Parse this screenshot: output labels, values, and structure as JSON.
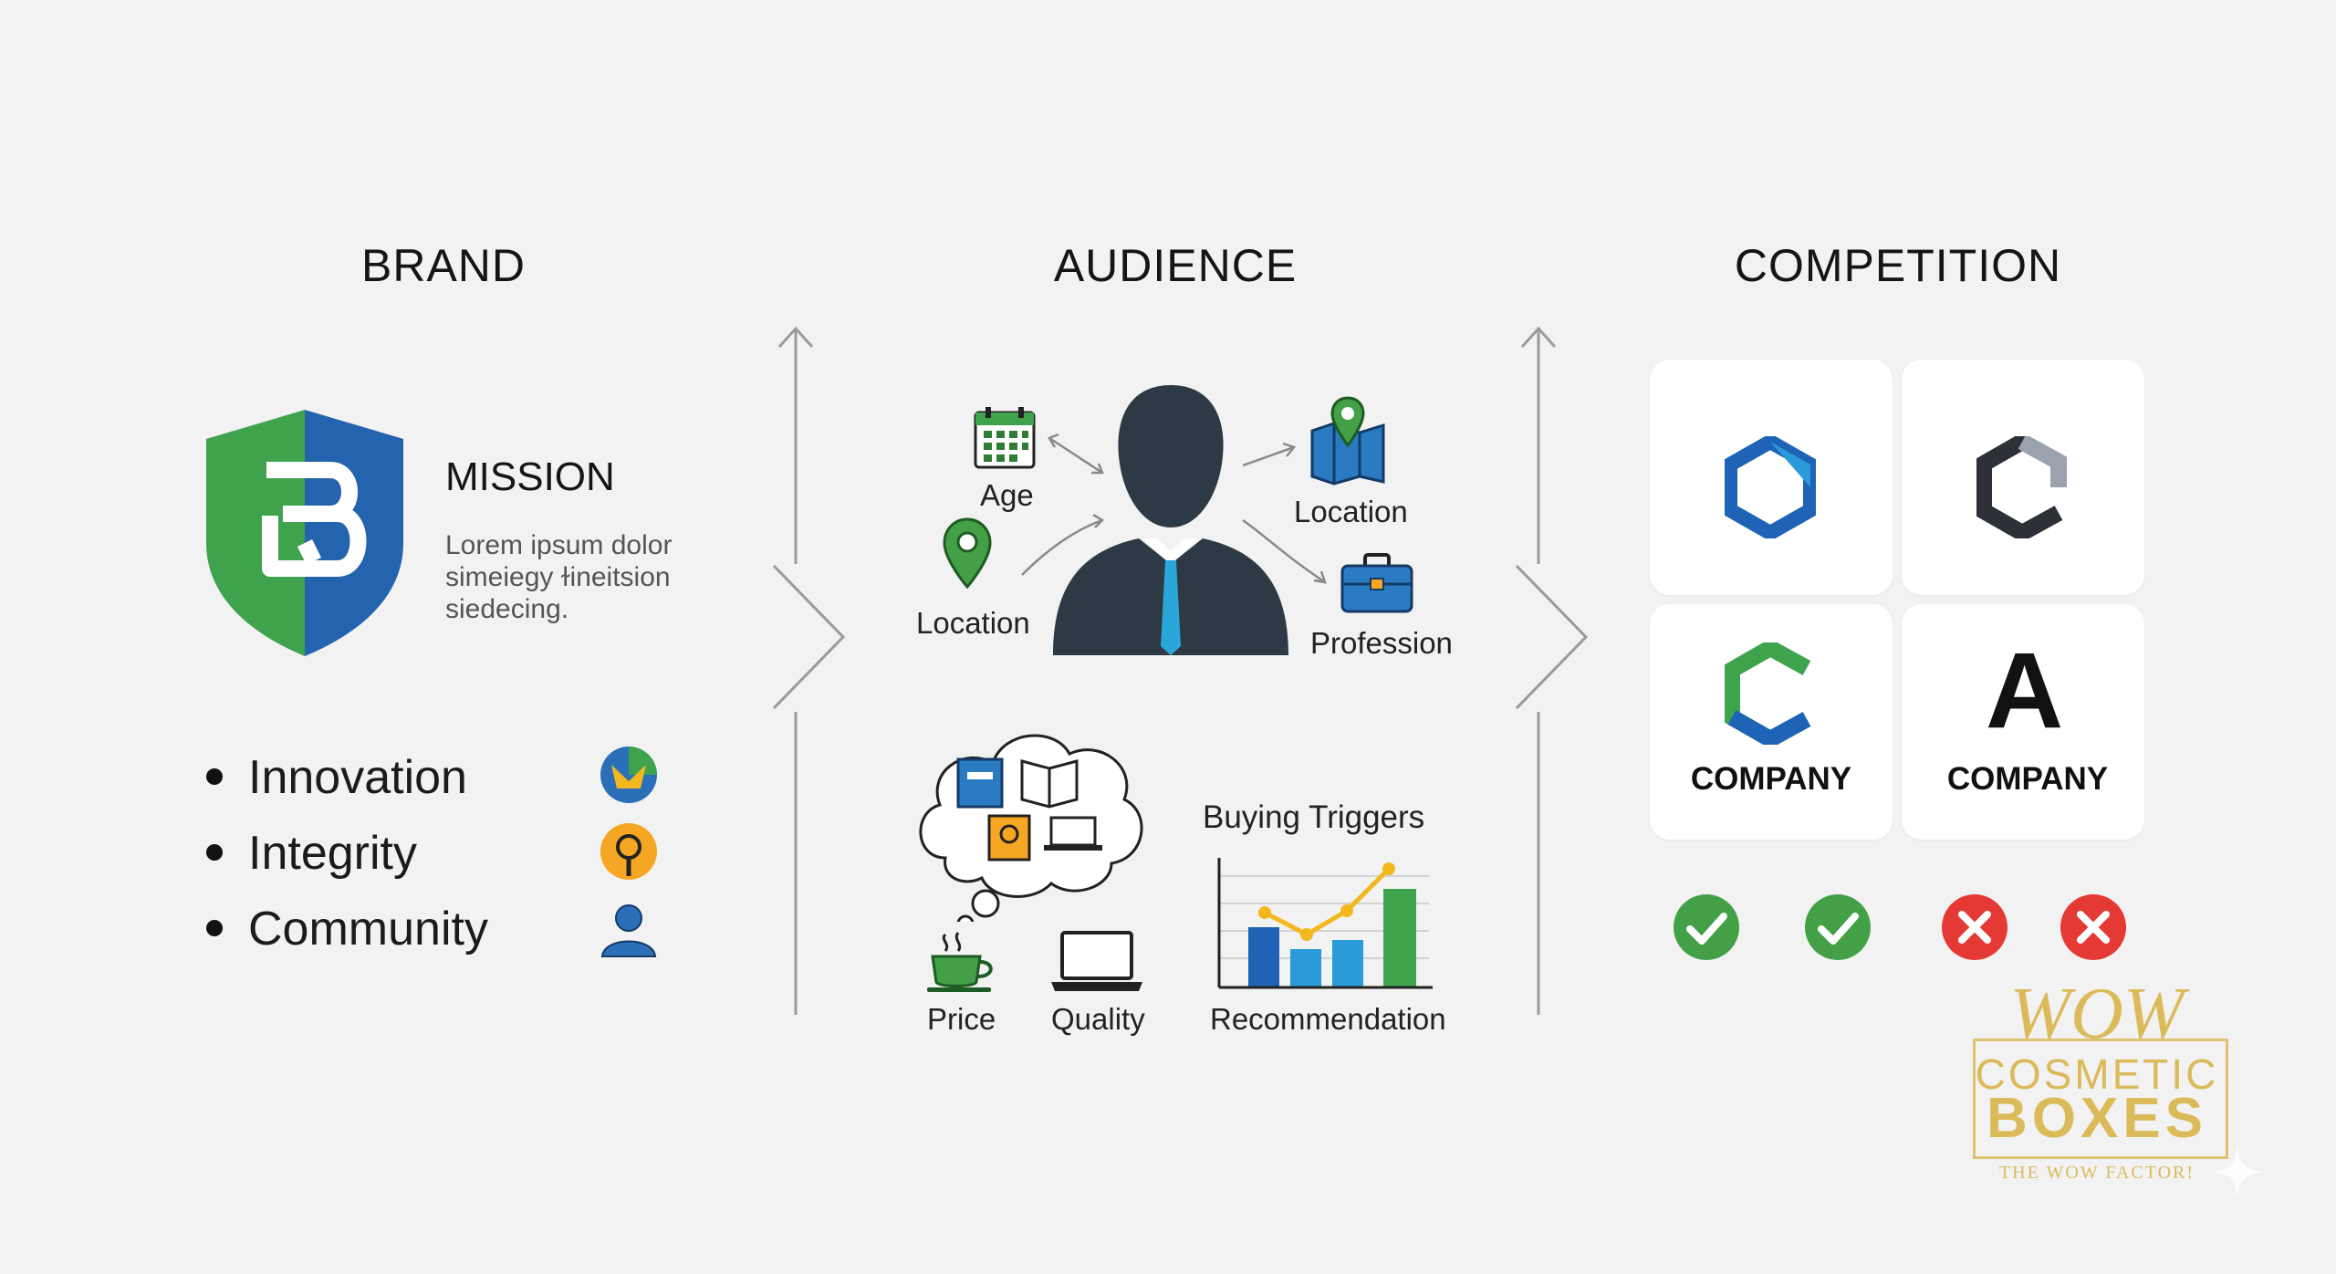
{
  "columns": {
    "brand": "BRAND",
    "audience": "AUDIENCE",
    "competition": "COMPETITION"
  },
  "brand": {
    "mission_title": "MISSION",
    "mission_text": "Lorem ipsum dolor\nsimeiegy ɫineitsion\nsiedecing.",
    "values": [
      "Innovation",
      "Integrity",
      "Community"
    ]
  },
  "audience": {
    "labels": {
      "age": "Age",
      "location_left": "Location",
      "location_right": "Location",
      "profession": "Profession"
    },
    "buying_triggers": "Buying Triggers",
    "triggers": {
      "price": "Price",
      "quality": "Quality",
      "recommendation": "Recommendation"
    }
  },
  "competition": {
    "company_labels": [
      "COMPANY",
      "COMPANY"
    ],
    "logo_letter": "A",
    "checks": [
      "check",
      "check",
      "cross",
      "cross"
    ]
  },
  "watermark": {
    "line1": "WOW",
    "line2": "COSMETIC",
    "line3": "BOXES",
    "line4": "THE WOW FACTOR!"
  },
  "colors": {
    "green": "#43a047",
    "blue": "#1e63b6",
    "red": "#e53935",
    "gold": "#d9b54a"
  }
}
